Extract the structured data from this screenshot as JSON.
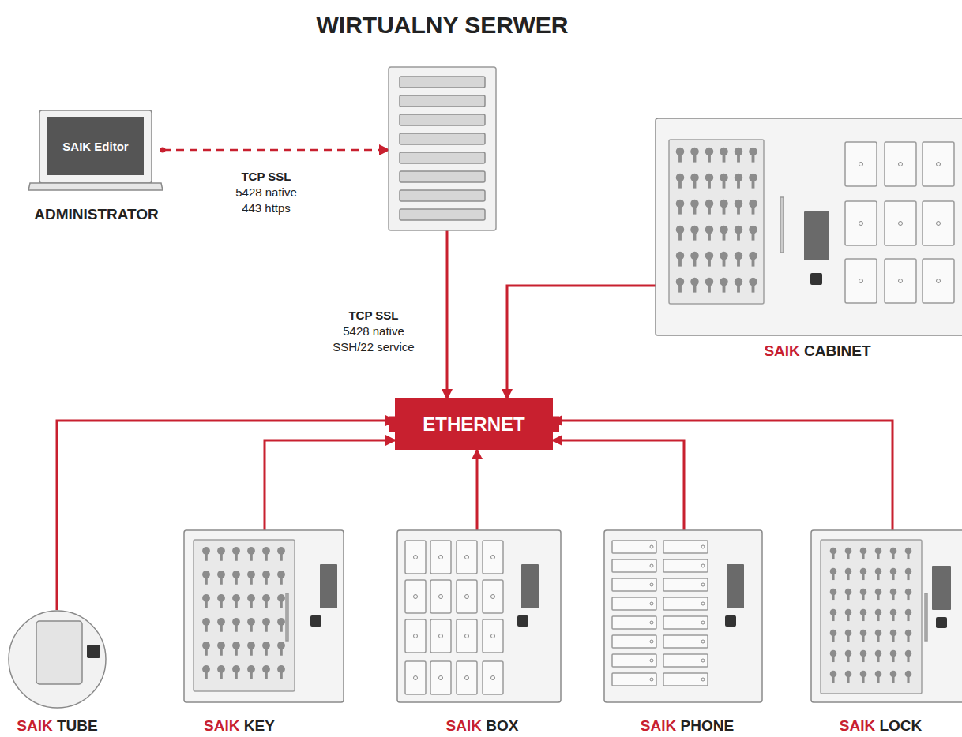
{
  "diagram": {
    "nodes": [
      {
        "text": [
          "SAIK Editor",
          "ADMINISTRATOR"
        ]
      },
      {
        "text": [
          "WIRTUALNY SERWER"
        ]
      },
      {
        "text": [
          "SAIK CABINET"
        ]
      },
      {
        "text": [
          "ETHERNET"
        ]
      },
      {
        "text": [
          "SAIK TUBE"
        ]
      },
      {
        "text": [
          "SAIK KEY"
        ]
      },
      {
        "text": [
          "SAIK BOX"
        ]
      },
      {
        "text": [
          "SAIK PHONE"
        ]
      },
      {
        "text": [
          "SAIK LOCK"
        ]
      }
    ],
    "edges": [
      {
        "from": 0,
        "to": 1,
        "arrow": "to",
        "label": "TCP SSL 5428 native 443 https"
      },
      {
        "from": 1,
        "to": 3,
        "arrow": "to",
        "label": "TCP SSL 5428 native SSH/22 service"
      },
      {
        "from": 2,
        "to": 3,
        "arrow": "to"
      },
      {
        "from": 4,
        "to": 3,
        "arrow": "to"
      },
      {
        "from": 5,
        "to": 3,
        "arrow": "to"
      },
      {
        "from": 6,
        "to": 3,
        "arrow": "to"
      },
      {
        "from": 7,
        "to": 3,
        "arrow": "to"
      },
      {
        "from": 8,
        "to": 3,
        "arrow": "to"
      }
    ]
  }
}
